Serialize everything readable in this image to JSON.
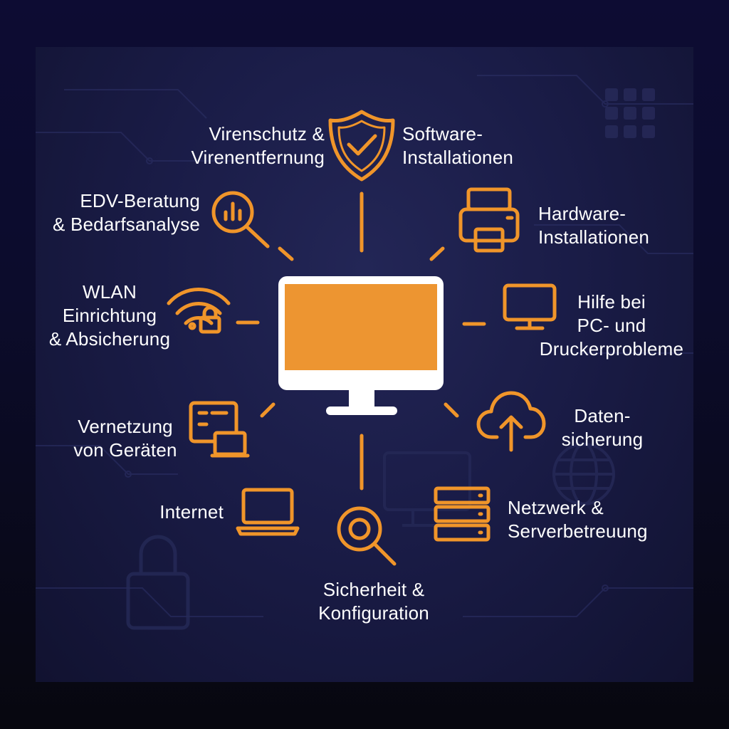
{
  "colors": {
    "accent": "#f0952a",
    "screen": "#ed9531",
    "monitor_frame": "#ffffff",
    "text": "#ffffff"
  },
  "center": {
    "icon": "monitor-icon"
  },
  "services": [
    {
      "id": "virenschutz",
      "label": "Virenschutz &\nVirenentfernung",
      "icon": "shield-check-icon"
    },
    {
      "id": "software",
      "label": "Software-\nInstallationen",
      "icon": "shield-check-icon"
    },
    {
      "id": "edv-beratung",
      "label": "EDV-Beratung\n& Bedarfsanalyse",
      "icon": "magnifier-chart-icon"
    },
    {
      "id": "hardware",
      "label": "Hardware-\nInstallationen",
      "icon": "printer-icon"
    },
    {
      "id": "wlan",
      "label": "WLAN\nEinrichtung\n& Absicherung",
      "icon": "wifi-lock-icon"
    },
    {
      "id": "pc-hilfe",
      "label": "Hilfe bei\nPC- und\nDruckerprobleme",
      "icon": "monitor-outline-icon"
    },
    {
      "id": "vernetzung",
      "label": "Vernetzung\nvon Geräten",
      "icon": "network-devices-icon"
    },
    {
      "id": "datensicherung",
      "label": "Daten-\nsicherung",
      "icon": "cloud-upload-icon"
    },
    {
      "id": "internet",
      "label": "Internet",
      "icon": "laptop-icon"
    },
    {
      "id": "netzwerk",
      "label": "Netzwerk &\nServerbetreuung",
      "icon": "server-stack-icon"
    },
    {
      "id": "sicherheit",
      "label": "Sicherheit &\nKonfiguration",
      "icon": "magnifier-icon"
    }
  ]
}
